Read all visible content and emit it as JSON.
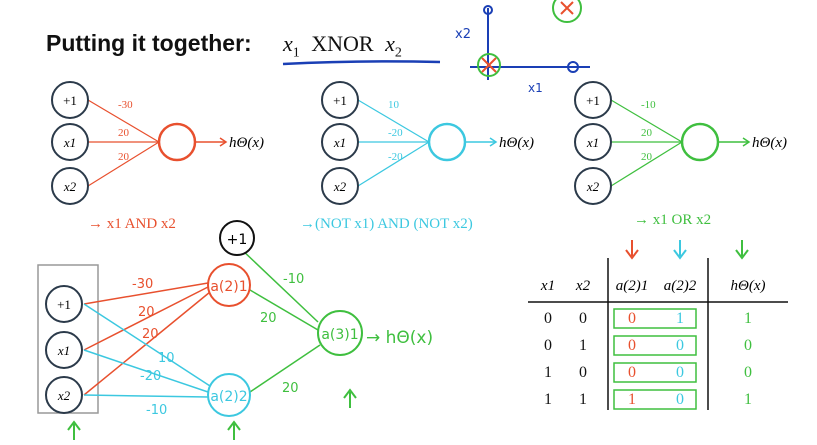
{
  "title": "Putting it together:",
  "formula": {
    "x1": "x",
    "sub1": "1",
    "op": "XNOR",
    "x2": "x",
    "sub2": "2"
  },
  "networks": [
    {
      "inputs": [
        "+1",
        "x1",
        "x2"
      ],
      "weights": [
        "-30",
        "20",
        "20"
      ],
      "output": "hΘ(x)",
      "caption": "→ x1 AND x2",
      "color": "#e8502e"
    },
    {
      "inputs": [
        "+1",
        "x1",
        "x2"
      ],
      "weights": [
        "10",
        "-20",
        "-20"
      ],
      "output": "hΘ(x)",
      "caption": "→(NOT x1) AND (NOT x2)",
      "color": "#3cc8e0"
    },
    {
      "inputs": [
        "+1",
        "x1",
        "x2"
      ],
      "weights": [
        "-10",
        "20",
        "20"
      ],
      "output": "hΘ(x)",
      "caption": "→ x1 OR x2",
      "color": "#3fbf3f"
    }
  ],
  "combined": {
    "inputs": [
      "+1",
      "x1",
      "x2"
    ],
    "bias2": "+1",
    "w_red": [
      "-30",
      "20",
      "20"
    ],
    "w_blue": [
      "10",
      "-20",
      "-10"
    ],
    "w_green": [
      "-10",
      "20",
      "20"
    ],
    "a1": "a(2)1",
    "a2": "a(2)2",
    "a3": "a(3)1",
    "output": "→ hΘ(x)"
  },
  "table": {
    "headers": [
      "x1",
      "x2",
      "a(2)1",
      "a(2)2",
      "hΘ(x)"
    ],
    "rows": [
      [
        "0",
        "0",
        "0",
        "1",
        "1"
      ],
      [
        "0",
        "1",
        "0",
        "0",
        "0"
      ],
      [
        "1",
        "0",
        "0",
        "0",
        "0"
      ],
      [
        "1",
        "1",
        "1",
        "0",
        "1"
      ]
    ]
  },
  "sketch_labels": {
    "x2": "x2",
    "x1": "x1"
  }
}
